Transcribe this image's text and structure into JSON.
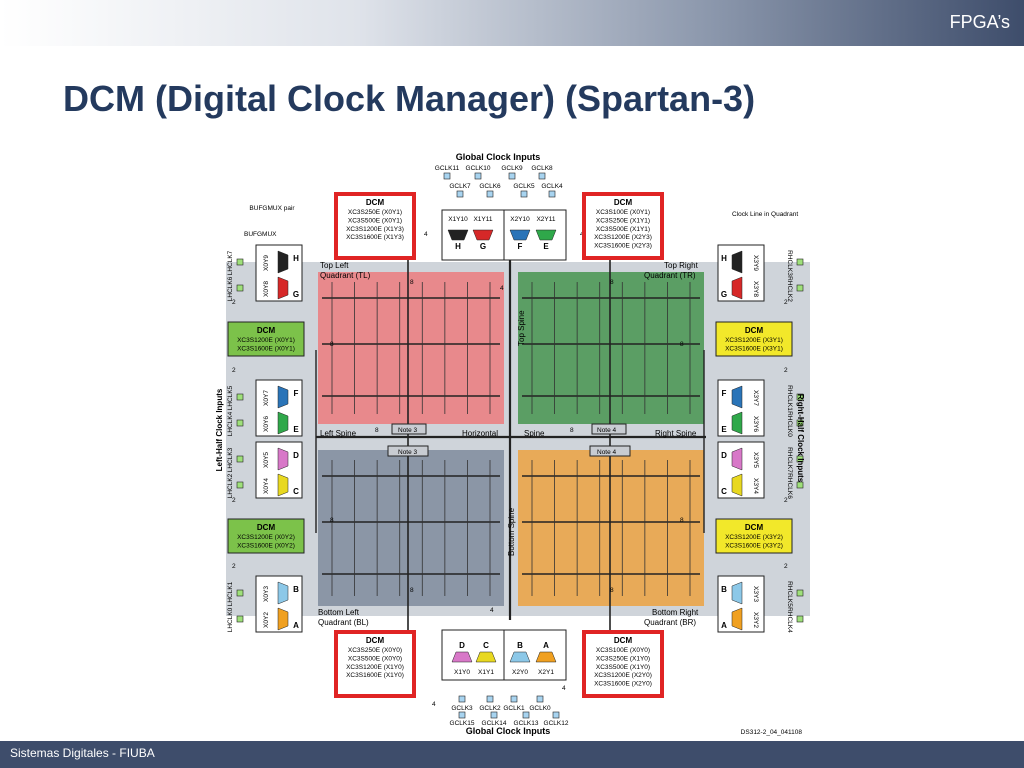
{
  "header": {
    "title": "FPGA’s"
  },
  "page": {
    "title": "DCM (Digital Clock Manager) (Spartan-3)"
  },
  "footer": {
    "text": "Sistemas Digitales - FIUBA"
  },
  "diagram": {
    "top_heading": "Global Clock Inputs",
    "bottom_heading": "Global Clock Inputs",
    "top_gclk_row1": [
      "GCLK11",
      "GCLK10",
      "GCLK9",
      "GCLK8"
    ],
    "top_gclk_row2": [
      "GCLK7",
      "GCLK6",
      "GCLK5",
      "GCLK4"
    ],
    "bottom_gclk_row1": [
      "GCLK3",
      "GCLK2",
      "GCLK1",
      "GCLK0"
    ],
    "bottom_gclk_row2": [
      "GCLK15",
      "GCLK14",
      "GCLK13",
      "GCLK12"
    ],
    "bufgmux_pair": "BUFGMUX pair",
    "bufgmux": "BUFGMUX",
    "clock_line": "Clock Line in Quadrant",
    "left_half_inputs": "Left-Half Clock Inputs",
    "right_half_inputs": "Right-Half Clock Inputs",
    "quad_tl": [
      "Top Left",
      "Quadrant (TL)"
    ],
    "quad_tr": [
      "Top Right",
      "Quadrant (TR)"
    ],
    "quad_bl": [
      "Bottom Left",
      "Quadrant (BL)"
    ],
    "quad_br": [
      "Bottom Right",
      "Quadrant (BR)"
    ],
    "top_spine": "Top Spine",
    "bottom_spine": "Bottom Spine",
    "left_spine": "Left Spine",
    "horizontal": "Horizontal",
    "spine": "Spine",
    "right_spine": "Right Spine",
    "note3": "Note 3",
    "note4": "Note 4",
    "bus8": "8",
    "bus4": "4",
    "bus2": "2",
    "dcm_title": "DCM",
    "dcm_tl": [
      "XC3S250E (X0Y1)",
      "XC3S500E (X0Y1)",
      "XC3S1200E (X1Y3)",
      "XC3S1600E (X1Y3)"
    ],
    "dcm_tr": [
      "XC3S100E (X0Y1)",
      "XC3S250E (X1Y1)",
      "XC3S500E (X1Y1)",
      "XC3S1200E (X2Y3)",
      "XC3S1600E (X2Y3)"
    ],
    "dcm_bl": [
      "XC3S250E (X0Y0)",
      "XC3S500E (X0Y0)",
      "XC3S1200E (X1Y0)",
      "XC3S1600E (X1Y0)"
    ],
    "dcm_br": [
      "XC3S100E (X0Y0)",
      "XC3S250E (X1Y0)",
      "XC3S500E (X1Y0)",
      "XC3S1200E (X2Y0)",
      "XC3S1600E (X2Y0)"
    ],
    "dcm_l1": [
      "XC3S1200E (X0Y1)",
      "XC3S1600E (X0Y1)"
    ],
    "dcm_l2": [
      "XC3S1200E (X0Y2)",
      "XC3S1600E (X0Y2)"
    ],
    "dcm_r1": [
      "XC3S1200E (X3Y1)",
      "XC3S1600E (X3Y1)"
    ],
    "dcm_r2": [
      "XC3S1200E (X3Y2)",
      "XC3S1600E (X3Y2)"
    ],
    "top_mux_coords": [
      "X1Y10",
      "X1Y11",
      "X2Y10",
      "X2Y11"
    ],
    "top_mux_letters": [
      "H",
      "G",
      "F",
      "E"
    ],
    "bottom_mux_coords": [
      "X1Y0",
      "X1Y1",
      "X2Y0",
      "X2Y1"
    ],
    "bottom_mux_letters": [
      "D",
      "C",
      "B",
      "A"
    ],
    "left_mux_groups": [
      {
        "coords": [
          "X0Y9",
          "X0Y8"
        ],
        "letters": [
          "H",
          "G"
        ],
        "pins": [
          "LHCLK7",
          "LHCLK6"
        ]
      },
      {
        "coords": [
          "X0Y7",
          "X0Y6"
        ],
        "letters": [
          "F",
          "E"
        ],
        "pins": [
          "LHCLK5",
          "LHCLK4"
        ]
      },
      {
        "coords": [
          "X0Y5",
          "X0Y4"
        ],
        "letters": [
          "D",
          "C"
        ],
        "pins": [
          "LHCLK3",
          "LHCLK2"
        ]
      },
      {
        "coords": [
          "X0Y3",
          "X0Y2"
        ],
        "letters": [
          "B",
          "A"
        ],
        "pins": [
          "LHCLK1",
          "LHCLK0"
        ]
      }
    ],
    "right_mux_groups": [
      {
        "coords": [
          "X3Y9",
          "X3Y8"
        ],
        "letters": [
          "H",
          "G"
        ],
        "pins": [
          "RHCLK3",
          "RHCLK2"
        ]
      },
      {
        "coords": [
          "X3Y7",
          "X3Y6"
        ],
        "letters": [
          "F",
          "E"
        ],
        "pins": [
          "RHCLK1",
          "RHCLK0"
        ]
      },
      {
        "coords": [
          "X3Y5",
          "X3Y4"
        ],
        "letters": [
          "D",
          "C"
        ],
        "pins": [
          "RHCLK7",
          "RHCLK6"
        ]
      },
      {
        "coords": [
          "X3Y3",
          "X3Y2"
        ],
        "letters": [
          "B",
          "A"
        ],
        "pins": [
          "RHCLK5",
          "RHCLK4"
        ]
      }
    ],
    "ref": "DS312-2_04_041108",
    "colors": {
      "tl": "#e8898c",
      "tr": "#5b9e64",
      "bl": "#8b96a6",
      "br": "#e8aa58",
      "dcm_red": "#e02424",
      "dcm_green": "#7cc24a",
      "dcm_yellow": "#f2e82a",
      "background": "#cfd4da",
      "title": "#243a5e",
      "header": "#3e4d6b",
      "mux_black": "#222222",
      "mux_red": "#d62828",
      "mux_blue": "#2a74b8",
      "mux_green": "#2fa84a",
      "mux_pink": "#d878c8",
      "mux_yellow": "#e8d820",
      "mux_lightblue": "#8cc8e8",
      "mux_orange": "#f0a020"
    }
  }
}
